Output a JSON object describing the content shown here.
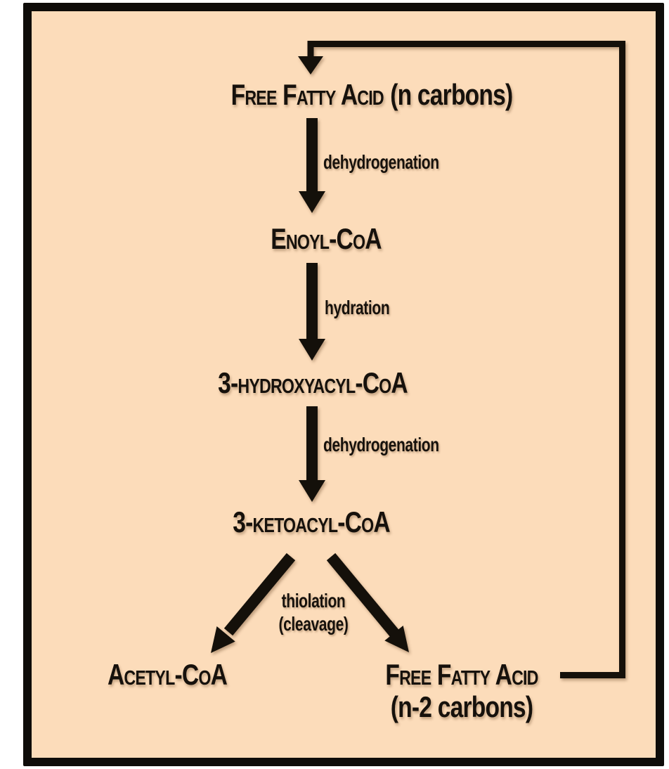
{
  "panel": {
    "background_color": "#fcdcba",
    "border_color": "#0e0c09",
    "ink_color": "#16110c"
  },
  "nodes": {
    "ffa_n": {
      "label": "Free Fatty Acid",
      "suffix": "(n carbons)"
    },
    "enoyl": {
      "label": "Enoyl-CoA"
    },
    "hydroxyacyl": {
      "label": "3-hydroxyacyl-CoA"
    },
    "ketoacyl": {
      "label": "3-ketoacyl-CoA"
    },
    "acetyl": {
      "label": "Acetyl-CoA"
    },
    "ffa_n2": {
      "label": "Free Fatty Acid",
      "suffix": "(n-2 carbons)"
    }
  },
  "steps": {
    "step1": {
      "label": "dehydrogenation"
    },
    "step2": {
      "label": "hydration"
    },
    "step3": {
      "label": "dehydrogenation"
    },
    "step4": {
      "label": "thiolation",
      "sublabel": "(cleavage)"
    }
  }
}
